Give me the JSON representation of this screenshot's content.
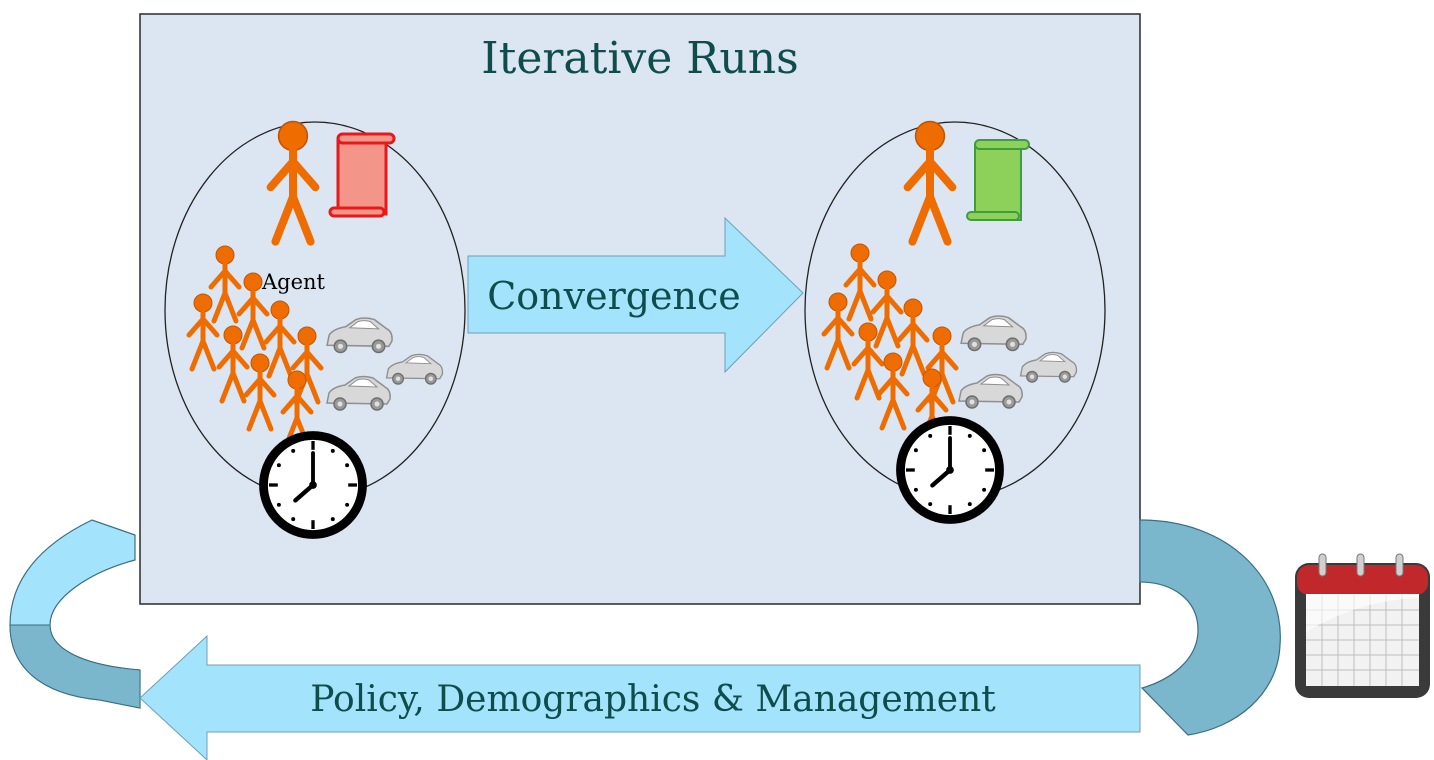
{
  "title": "Iterative Runs",
  "convergence_label": "Convergence",
  "feedback_label": "Policy, Demographics & Management",
  "agent_label": "Agent",
  "colors": {
    "panel_fill": "#dbe6f2",
    "arrow_fill": "#a3e3fb",
    "loop_fill": "#7ab6cc",
    "person": "#ef6c00",
    "scroll_initial": "#f4958a",
    "scroll_converged": "#8ed15a",
    "title_text": "#0f4c4c"
  },
  "icons": {
    "individual": "person-icon",
    "plan_initial": "red-scroll-icon",
    "plan_converged": "green-scroll-icon",
    "crowd": "crowd-icon",
    "vehicles": "car-icon",
    "time": "clock-icon",
    "calendar": "calendar-icon"
  }
}
